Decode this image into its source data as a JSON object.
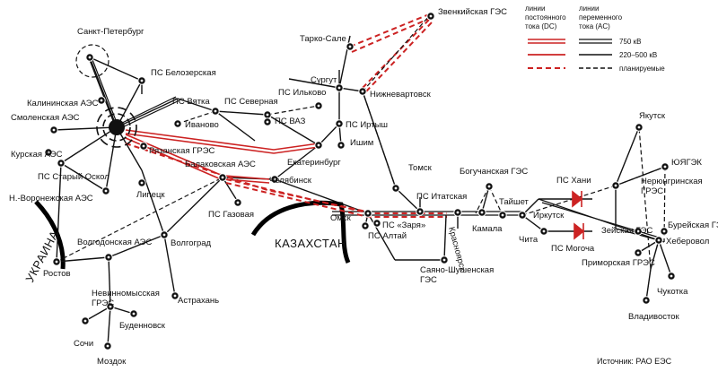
{
  "legend": {
    "dc_header": [
      "линии",
      "постоянного",
      "тока (DC)"
    ],
    "ac_header": [
      "линии",
      "переменного",
      "тока (AC)"
    ],
    "rows": [
      {
        "label": "750 кВ",
        "kind": "double"
      },
      {
        "label": "220–500 кВ",
        "kind": "single"
      },
      {
        "label": "планируемые",
        "kind": "dashed"
      }
    ],
    "dc_color": "#cc2222",
    "ac_color": "#111111"
  },
  "regions": {
    "kazakhstan": "КАЗАХСТАН",
    "ukraine": "УКРАИНА"
  },
  "source": "Источник: РАО ЕЭС",
  "nodes": [
    {
      "id": "spb",
      "label": "Санкт-Петербург"
    },
    {
      "id": "belozerskaya",
      "label": "ПС Белозерская"
    },
    {
      "id": "kalinin",
      "label": "Калининская АЭС"
    },
    {
      "id": "smolensk",
      "label": "Смоленская АЭС"
    },
    {
      "id": "kursk",
      "label": "Курская АЭС"
    },
    {
      "id": "starosk",
      "label": "ПС Старый Оскол"
    },
    {
      "id": "nvoronezh",
      "label": "Н.-Воронежская АЭС"
    },
    {
      "id": "vyatka",
      "label": "ПС Вятка"
    },
    {
      "id": "severnaya",
      "label": "ПС Северная"
    },
    {
      "id": "ilkovo",
      "label": "ПС Ильково"
    },
    {
      "id": "ivanovo",
      "label": "Иваново"
    },
    {
      "id": "vaz",
      "label": "ПС ВАЗ"
    },
    {
      "id": "ryazan",
      "label": "Рязанская ГРЭС"
    },
    {
      "id": "balakovo",
      "label": "Балаковская АЭС"
    },
    {
      "id": "lipetsk",
      "label": "Липецк"
    },
    {
      "id": "gazovaya",
      "label": "ПС Газовая"
    },
    {
      "id": "volgograd",
      "label": "Волгоград"
    },
    {
      "id": "volgodonsk",
      "label": "Волгодонская АЭС"
    },
    {
      "id": "rostov",
      "label": "Ростов"
    },
    {
      "id": "nevinnomyssk",
      "label": "Невинномысская ГРЭС"
    },
    {
      "id": "astrakhan",
      "label": "Астрахань"
    },
    {
      "id": "budennovsk",
      "label": "Буденновск"
    },
    {
      "id": "sochi",
      "label": "Сочи"
    },
    {
      "id": "mozdok",
      "label": "Моздок"
    },
    {
      "id": "chelyabinsk",
      "label": "Челябинск"
    },
    {
      "id": "ekaterinburg",
      "label": "Екатеринбург"
    },
    {
      "id": "surgut",
      "label": "Сургут"
    },
    {
      "id": "tarkosale",
      "label": "Тарко-Сале"
    },
    {
      "id": "zvenkiyskaya",
      "label": "Звенкийская ГЭС"
    },
    {
      "id": "nizhnevartovsk",
      "label": "Нижневартовск"
    },
    {
      "id": "irtysh",
      "label": "ПС Иртыш"
    },
    {
      "id": "ishim",
      "label": "Ишим"
    },
    {
      "id": "tomsk",
      "label": "Томск"
    },
    {
      "id": "omsk",
      "label": "Омск"
    },
    {
      "id": "zarya",
      "label": "ПС «Заря»"
    },
    {
      "id": "altay",
      "label": "ПС Алтай"
    },
    {
      "id": "itatskaya",
      "label": "ПС Итатская"
    },
    {
      "id": "sshges",
      "label": "Саяно-Шушенская ГЭС"
    },
    {
      "id": "krasnoyarsk",
      "label": "Красноярск"
    },
    {
      "id": "boguchanskaya",
      "label": "Богучанская ГЭС"
    },
    {
      "id": "kamala",
      "label": "Камала"
    },
    {
      "id": "tayshet",
      "label": "Тайшет"
    },
    {
      "id": "irkutsk",
      "label": "Иркутск"
    },
    {
      "id": "chita",
      "label": "Чита"
    },
    {
      "id": "khani",
      "label": "ПС Хани"
    },
    {
      "id": "mogocha",
      "label": "ПС Могоча"
    },
    {
      "id": "yakutsk",
      "label": "Якутск"
    },
    {
      "id": "yuyagk",
      "label": "ЮЯГЭК"
    },
    {
      "id": "neryungri",
      "label": "Нерюнгринская ГРЭС"
    },
    {
      "id": "bureyskaya",
      "label": "Бурейская ГЭС"
    },
    {
      "id": "zeyskaya",
      "label": "Зейская ГЭС"
    },
    {
      "id": "khabarovsk",
      "label": "Хеберовол"
    },
    {
      "id": "primorskaya",
      "label": "Приморская ГРЭС"
    },
    {
      "id": "chukotka",
      "label": "Чукотка"
    },
    {
      "id": "vladivostok",
      "label": "Владивосток"
    }
  ]
}
